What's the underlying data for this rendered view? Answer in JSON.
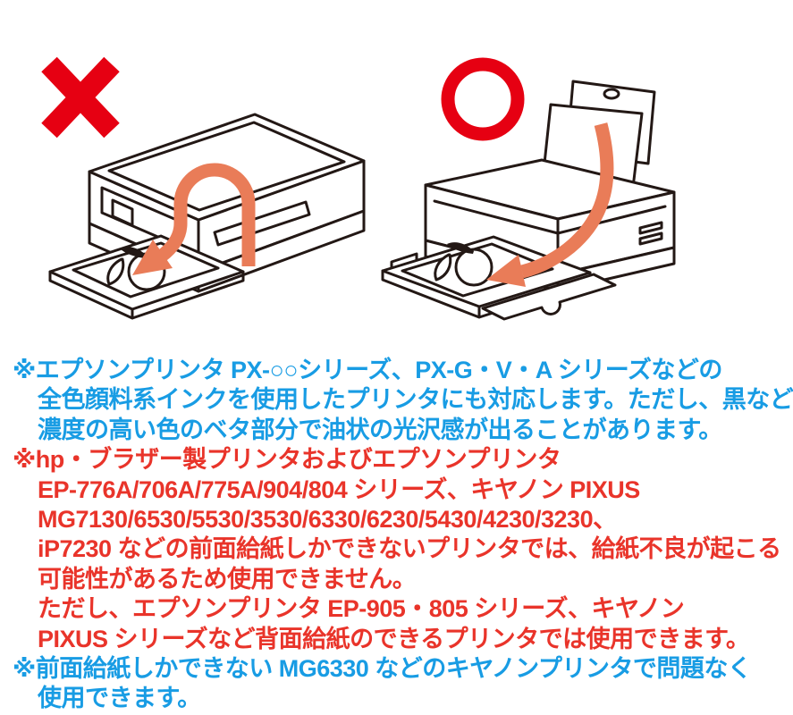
{
  "page": {
    "background": "#ffffff"
  },
  "colors": {
    "page-bg": "#ffffff",
    "ink": "#231815",
    "mark-red": "#e60012",
    "arrow-orange": "#e97c58",
    "text-blue": "#189ce4",
    "text-red": "#e9342a"
  },
  "illustrations": {
    "left": {
      "mark_icon": "x-mark-icon",
      "drawing": "front-feed-all-in-one-printer",
      "arrow_icon": "paper-path-u-turn-arrow",
      "print_motif": "apple-line-drawing-on-paper"
    },
    "right": {
      "mark_icon": "circle-mark-icon",
      "drawing": "rear-feed-printer-with-loaded-paper",
      "arrow_icon": "paper-path-curve-arrow",
      "print_motif": "apple-line-drawing-on-paper"
    }
  },
  "notes": {
    "lines": [
      {
        "text": "※エプソンプリンタ PX-○○シリーズ、PX-G・V・A シリーズなどの",
        "color": "text-blue",
        "indent": false
      },
      {
        "text": "全色顔料系インクを使用したプリンタにも対応します。ただし、黒など",
        "color": "text-blue",
        "indent": true
      },
      {
        "text": "濃度の高い色のベタ部分で油状の光沢感が出ることがあります。",
        "color": "text-blue",
        "indent": true
      },
      {
        "text": "※hp・ブラザー製プリンタおよびエプソンプリンタ",
        "color": "text-red",
        "indent": false
      },
      {
        "text": "EP-776A/706A/775A/904/804 シリーズ、キヤノン PIXUS",
        "color": "text-red",
        "indent": true
      },
      {
        "text": "MG7130/6530/5530/3530/6330/6230/5430/4230/3230、",
        "color": "text-red",
        "indent": true
      },
      {
        "text": "iP7230 などの前面給紙しかできないプリンタでは、給紙不良が起こる",
        "color": "text-red",
        "indent": true
      },
      {
        "text": "可能性があるため使用できません。",
        "color": "text-red",
        "indent": true
      },
      {
        "text": "ただし、エプソンプリンタ EP-905・805 シリーズ、キヤノン",
        "color": "text-red",
        "indent": true
      },
      {
        "text": "PIXUS シリーズなど背面給紙のできるプリンタでは使用できます。",
        "color": "text-red",
        "indent": true
      },
      {
        "text": "※前面給紙しかできない MG6330 などのキヤノンプリンタで問題なく",
        "color": "text-blue",
        "indent": false
      },
      {
        "text": "使用できます。",
        "color": "text-blue",
        "indent": true
      }
    ]
  }
}
